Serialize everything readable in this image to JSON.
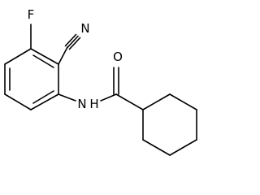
{
  "molecule": {
    "atoms": {
      "fluorine": "F",
      "nitrile_nitrogen": "N",
      "oxygen": "O",
      "amide_n": "N",
      "amide_h": "H"
    }
  },
  "colors": {
    "bond": "#000000",
    "label": "#000000",
    "background": "#ffffff"
  }
}
